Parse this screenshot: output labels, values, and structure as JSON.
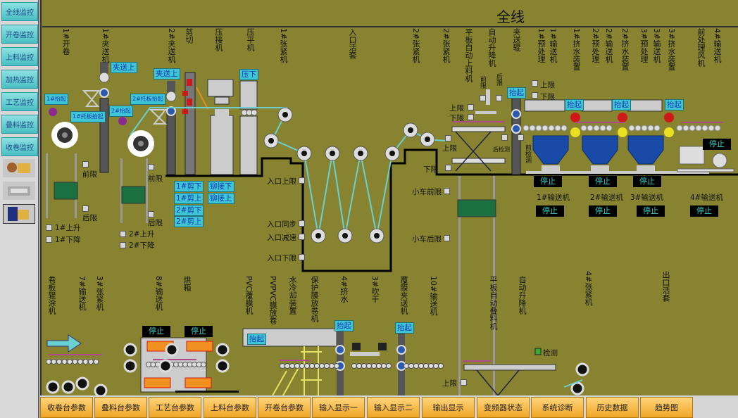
{
  "sidebar": {
    "items": [
      "全线监控",
      "开卷监控",
      "上料监控",
      "加热监控",
      "工艺监控",
      "叠料监控",
      "收卷监控"
    ],
    "icons": [
      "operator-login-icon",
      "logout-icon",
      "exit-icon"
    ]
  },
  "header": {
    "title": "全线"
  },
  "top_labels": [
    "1#开卷",
    "1#夹送机",
    "2#夹送机",
    "剪切",
    "压接机",
    "压平机",
    "1#张紧机",
    "入口活套",
    "2#张紧机",
    "2#张紧机",
    "平板自动上料机",
    "自动升降机",
    "夹送辊",
    "1#预处理",
    "1#输送机",
    "1#挤水装置",
    "2#预处理",
    "2#输送机",
    "2#挤水装置",
    "3#预处理",
    "3#输送机",
    "3#挤水装置",
    "前处理风机",
    "4#输送机"
  ],
  "bottom_labels": [
    "卷板辊涂机",
    "7#输送机",
    "3#张紧机",
    "8#输送机",
    "烘箱",
    "PVC覆膜机",
    "PVPVC膜放卷",
    "水冷却装置",
    "保护膜放卷机",
    "4#挤水",
    "3#吹干",
    "覆膜夹送机",
    "10#输送机",
    "平板自动叠料机",
    "自动升降机",
    "4#张紧机",
    "出口活套"
  ],
  "tags": [
    "夹送上",
    "夹送上",
    "压下",
    "1#抬起",
    "2#托板抬起",
    "1#托板抬起",
    "2#抬起",
    "1#剪下",
    "1#剪上",
    "2#剪下",
    "2#剪上",
    "铆接下",
    "铆接上",
    "抬起",
    "抬起",
    "抬起",
    "抬起",
    "抬起",
    "抬起",
    "抬起"
  ],
  "stops": [
    "停止",
    "停止",
    "停止",
    "停止",
    "停止",
    "停止",
    "停止",
    "停止",
    "停止",
    "停止"
  ],
  "labels": [
    "前限",
    "后限",
    "前限",
    "后限",
    "1#上升",
    "1#下降",
    "2#上升",
    "2#下降",
    "入口上限",
    "入口同步",
    "入口减速",
    "入口下限",
    "小车前限",
    "小车后限",
    "上限",
    "下限",
    "上限",
    "下限",
    "上限",
    "下限",
    "前限",
    "后限",
    "后检测",
    "前检测",
    "1#输送机",
    "2#输送机",
    "3#输送机",
    "4#输送机",
    "上限",
    "检测"
  ],
  "bottom_buttons": [
    "收卷台参数",
    "叠料台参数",
    "工艺台参数",
    "上料台参数",
    "开卷台参数",
    "输入显示一",
    "输入显示二",
    "输出显示",
    "变频器状态",
    "系统诊断",
    "历史数据",
    "趋势图"
  ],
  "colors": {
    "background": "#878331",
    "tag": "#3ec6d6",
    "button": "#f0a626",
    "strip": "#6ad0d0"
  }
}
